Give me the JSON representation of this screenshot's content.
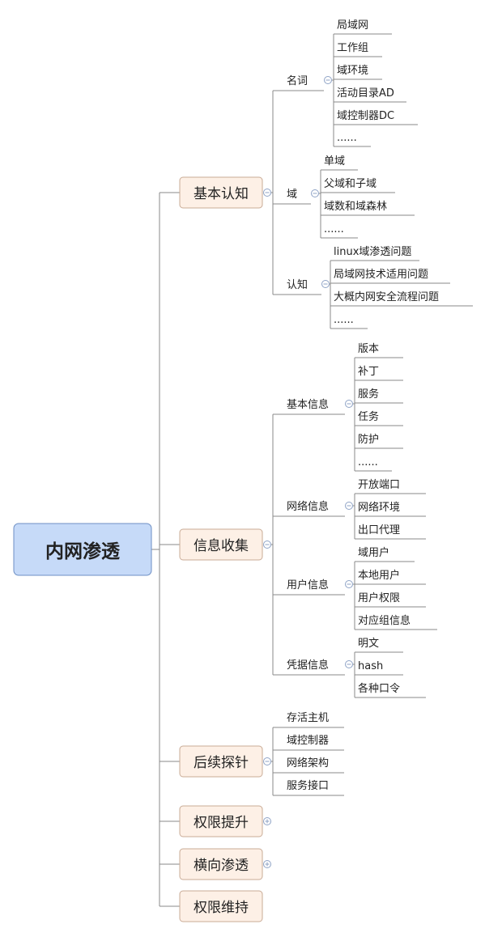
{
  "root": {
    "label": "内网渗透"
  },
  "branches": [
    {
      "label": "基本认知",
      "collapsed": false,
      "children": [
        {
          "label": "名词",
          "children": [
            "局域网",
            "工作组",
            "域环境",
            "活动目录AD",
            "域控制器DC",
            "......"
          ]
        },
        {
          "label": "域",
          "children": [
            "单域",
            "父域和子域",
            "域数和域森林",
            "......"
          ]
        },
        {
          "label": "认知",
          "children": [
            "linux域渗透问题",
            "局域网技术适用问题",
            "大概内网安全流程问题",
            "......"
          ]
        }
      ]
    },
    {
      "label": "信息收集",
      "collapsed": false,
      "children": [
        {
          "label": "基本信息",
          "children": [
            "版本",
            "补丁",
            "服务",
            "任务",
            "防护",
            "......"
          ]
        },
        {
          "label": "网络信息",
          "children": [
            "开放端口",
            "网络环境",
            "出口代理"
          ]
        },
        {
          "label": "用户信息",
          "children": [
            "域用户",
            "本地用户",
            "用户权限",
            "对应组信息"
          ]
        },
        {
          "label": "凭据信息",
          "children": [
            "明文",
            "hash",
            "各种口令"
          ]
        }
      ]
    },
    {
      "label": "后续探针",
      "collapsed": false,
      "children": [
        {
          "label": "存活主机"
        },
        {
          "label": "域控制器"
        },
        {
          "label": "网络架构"
        },
        {
          "label": "服务接口"
        }
      ]
    },
    {
      "label": "权限提升",
      "collapsed": true
    },
    {
      "label": "横向渗透",
      "collapsed": true
    },
    {
      "label": "权限维持",
      "collapsed": null
    }
  ],
  "colors": {
    "line": "#8a8a8a",
    "root_fill": "#c6daf8",
    "root_stroke": "#6e8fc4",
    "branch_fill": "#fdf0e6",
    "branch_stroke": "#c9ab96",
    "toggle": "#8fa3c6"
  },
  "icons": {
    "collapse": "minus-circle-icon",
    "expand": "plus-circle-icon"
  }
}
